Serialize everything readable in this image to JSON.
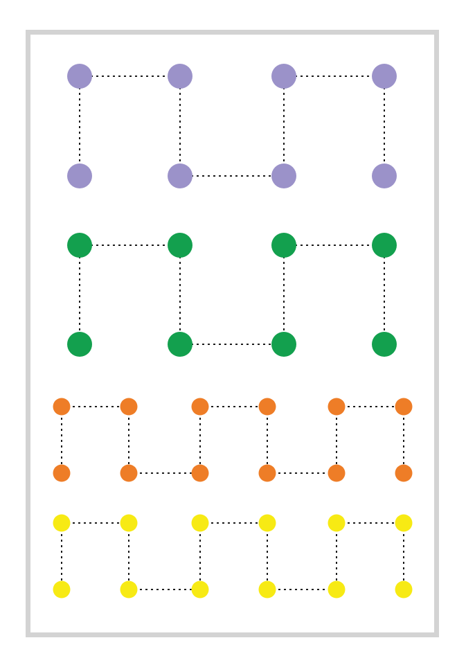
{
  "colors": {
    "background": "#ffffff",
    "frame": "#d3d3d3",
    "dotted_line": "#1a1a1a"
  },
  "rows": [
    {
      "name": "purple",
      "color": "#9b92c9",
      "segments": 3,
      "pattern": "square-wave"
    },
    {
      "name": "green",
      "color": "#13a04e",
      "segments": 3,
      "pattern": "square-wave"
    },
    {
      "name": "orange",
      "color": "#ee7d27",
      "segments": 5,
      "pattern": "square-wave"
    },
    {
      "name": "yellow",
      "color": "#f7ea14",
      "segments": 5,
      "pattern": "square-wave"
    }
  ]
}
